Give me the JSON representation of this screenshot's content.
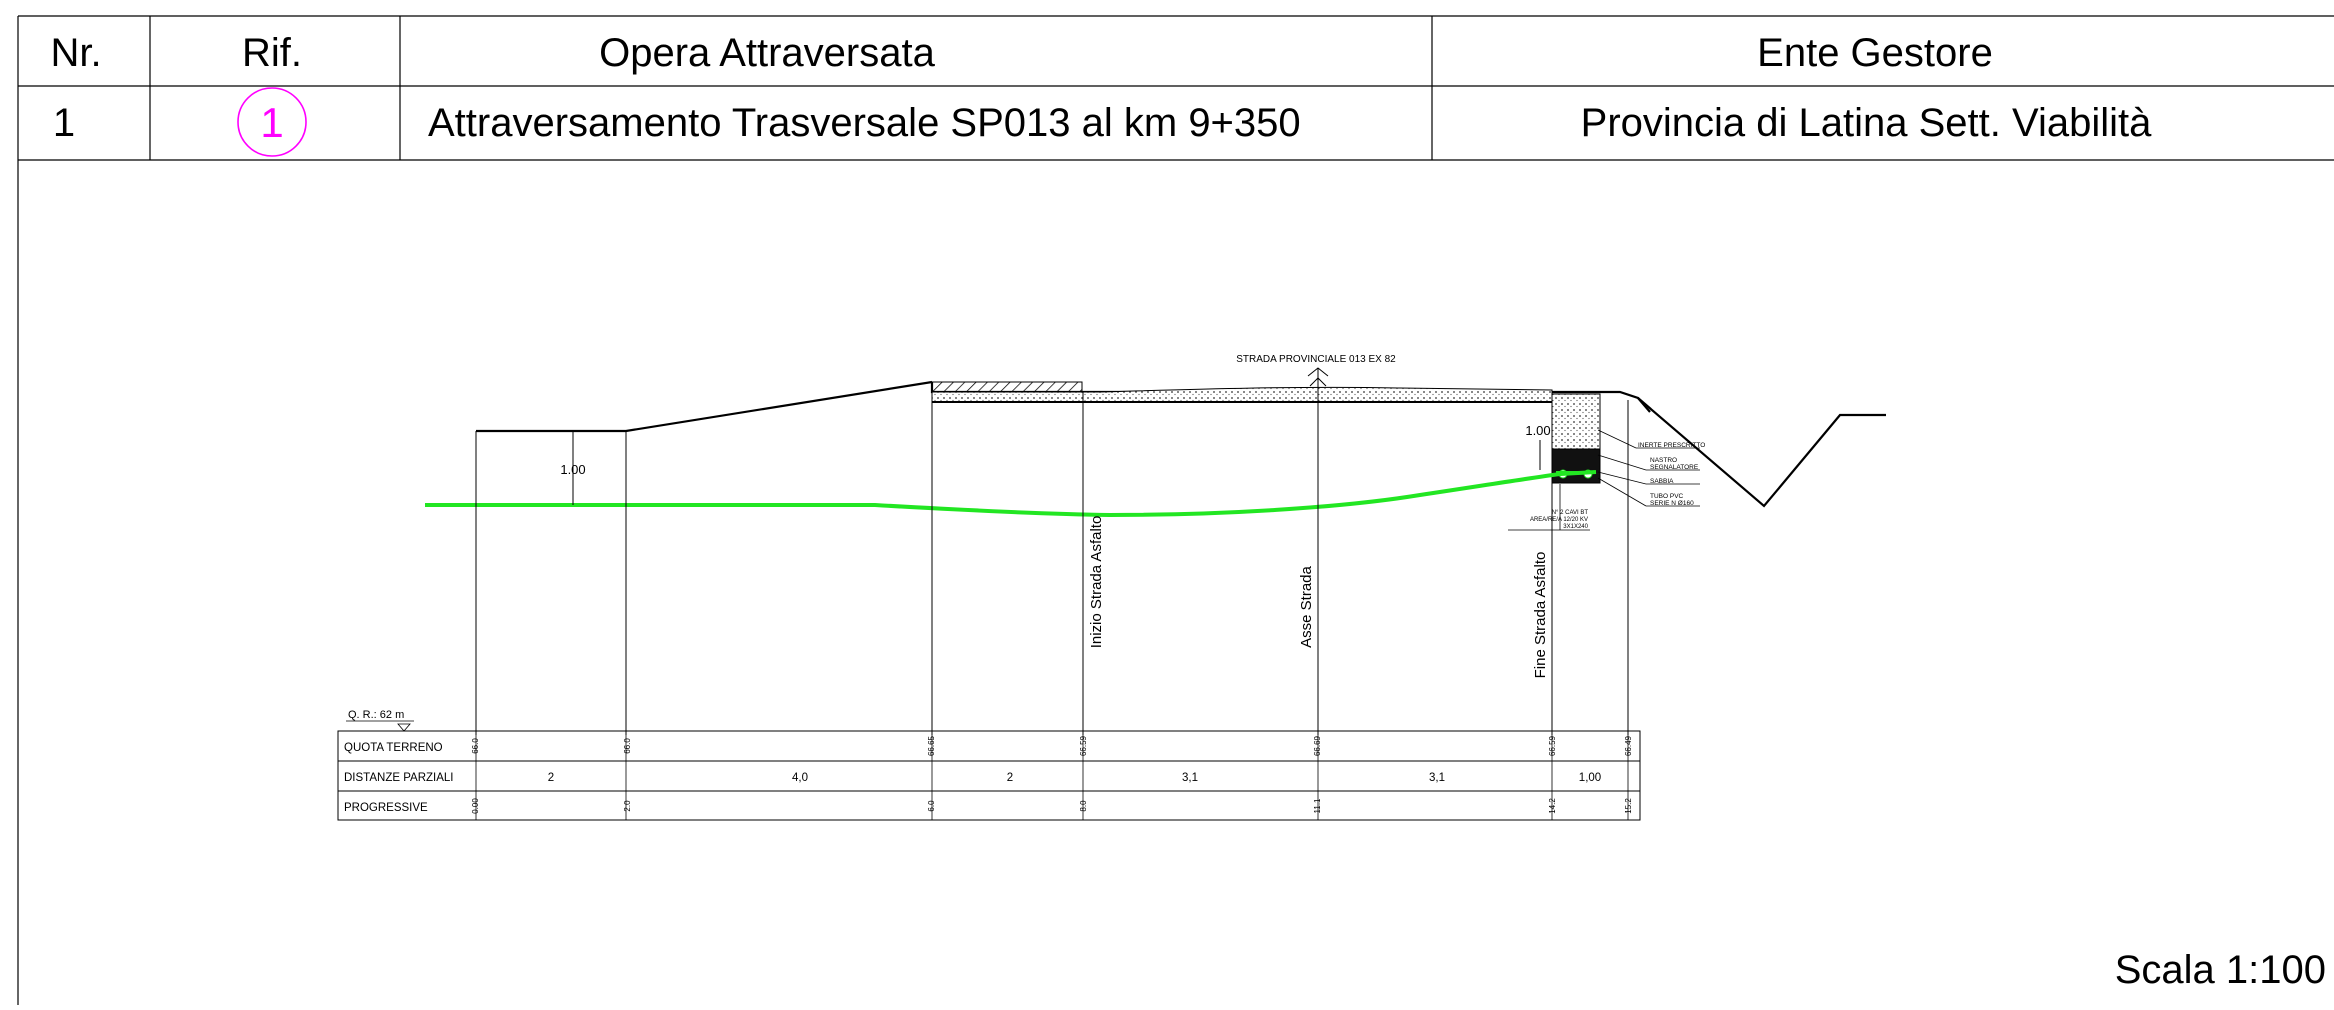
{
  "header": {
    "col_nr": "Nr.",
    "col_rif": "Rif.",
    "col_opera": "Opera Attraversata",
    "col_ente": "Ente Gestore"
  },
  "row": {
    "nr": "1",
    "rif": "1",
    "opera": "Attraversamento Trasversale SP013 al km 9+350",
    "ente": "Provincia di Latina Sett. Viabilità"
  },
  "drawing": {
    "road_label": "STRADA PROVINCIALE 013 EX 82",
    "depth_left": "1.00",
    "depth_right": "1.00",
    "vertical_labels": [
      "Inizio Strada Asfalto",
      "Asse Strada",
      "Fine Strada Asfalto"
    ],
    "legend": [
      "INERTE PRESCRITTO",
      "NASTRO",
      "SEGNALATORE",
      "SABBIA",
      "TUBO PVC",
      "SERIE N Ø160"
    ],
    "cable_note": [
      "N° 2 CAVI BT",
      "AREA/RE/A 12/20 KV",
      "3X1X240"
    ],
    "datum": "Q. R.: 62 m",
    "rif_color": "#ff00ff",
    "pipe_color": "#22e622"
  },
  "profile_table": {
    "row_labels": [
      "QUOTA TERRENO",
      "DISTANZE PARZIALI",
      "PROGRESSIVE"
    ],
    "quote": [
      "66.0",
      "66.0",
      "66.65",
      "66.59",
      "66.69",
      "66.59",
      "66.49"
    ],
    "distanze": [
      "2",
      "4,0",
      "2",
      "3,1",
      "3,1",
      "1,00"
    ],
    "progressive": [
      "0.00",
      "2.0",
      "6.0",
      "8.0",
      "11.1",
      "14.2",
      "15.2"
    ]
  },
  "scale": "Scala 1:100"
}
